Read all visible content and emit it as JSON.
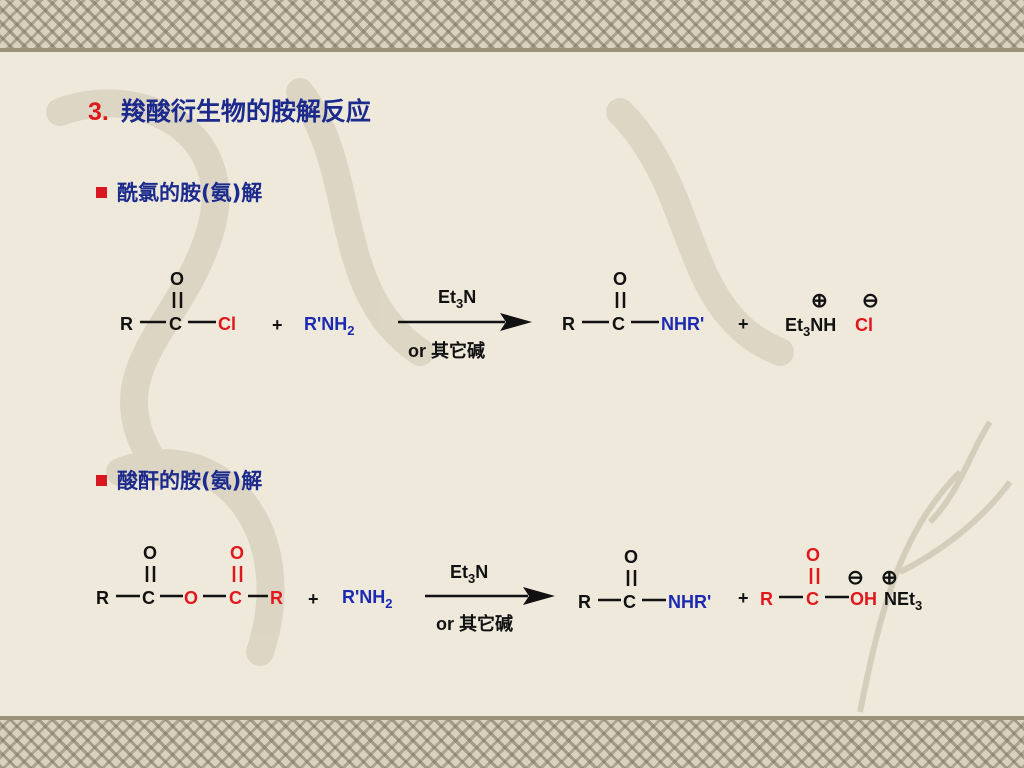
{
  "title": {
    "number": "3.",
    "text": "羧酸衍生物的胺解反应"
  },
  "sections": [
    {
      "label": "酰氯的胺(氨)解"
    },
    {
      "label": "酸酐的胺(氨)解"
    }
  ],
  "reaction1": {
    "R": "R",
    "C": "C",
    "O": "O",
    "Cl": "Cl",
    "plus": "+",
    "amine": "R'NH",
    "amine_sub": "2",
    "reagent_main": "Et",
    "reagent_sub": "3",
    "reagent_tail": "N",
    "condition": "or 其它碱",
    "product_R": "R",
    "product_C": "C",
    "product_O": "O",
    "product_group": "NHR'",
    "plus2": "+",
    "salt_main": "Et",
    "salt_sub": "3",
    "salt_tail": "NH",
    "salt_anion": "Cl",
    "plus_charge": "⊕",
    "minus_charge": "⊖"
  },
  "reaction2": {
    "R1": "R",
    "C1": "C",
    "O1": "O",
    "Obridge": "O",
    "C2": "C",
    "O2": "O",
    "R2": "R",
    "plus": "+",
    "amine": "R'NH",
    "amine_sub": "2",
    "reagent_main": "Et",
    "reagent_sub": "3",
    "reagent_tail": "N",
    "condition": "or 其它碱",
    "p1_R": "R",
    "p1_C": "C",
    "p1_O": "O",
    "p1_group": "NHR'",
    "plus2": "+",
    "p2_R": "R",
    "p2_C": "C",
    "p2_O": "O",
    "p2_OH": "OH",
    "p2_base": "NEt",
    "p2_base_sub": "3",
    "minus_charge": "⊖",
    "plus_charge": "⊕"
  },
  "colors": {
    "black": "#111111",
    "red": "#e0181b",
    "blue": "#1b2ab0",
    "navy": "#1b2a8c"
  }
}
